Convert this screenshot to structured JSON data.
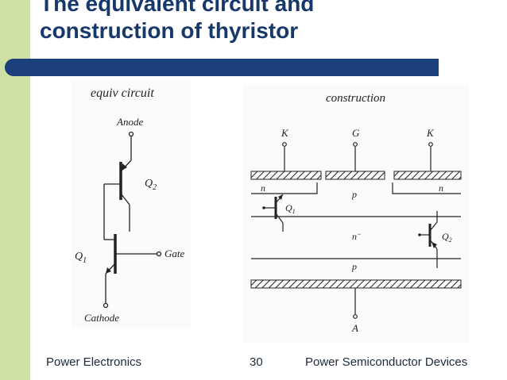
{
  "slide": {
    "title_line1": "The equivalent circuit and",
    "title_line2": "construction of thyristor",
    "accent_color": "#1b3f7a",
    "strip_color": "#cfe0a4"
  },
  "equiv": {
    "heading": "equiv circuit",
    "anode": "Anode",
    "cathode": "Cathode",
    "gate": "Gate",
    "q1": "Q",
    "q1_sub": "1",
    "q2": "Q",
    "q2_sub": "2"
  },
  "construction": {
    "heading": "construction",
    "k_left": "K",
    "g": "G",
    "k_right": "K",
    "n_left": "n",
    "p_top": "p",
    "n_right": "n",
    "n_minus": "n",
    "n_minus_sup": "−",
    "p_bottom": "p",
    "a": "A",
    "q1": "Q",
    "q1_sub": "1",
    "q2": "Q",
    "q2_sub": "2"
  },
  "footer": {
    "left": "Power  Electronics",
    "page": "30",
    "right": "Power  Semiconductor  Devices"
  }
}
